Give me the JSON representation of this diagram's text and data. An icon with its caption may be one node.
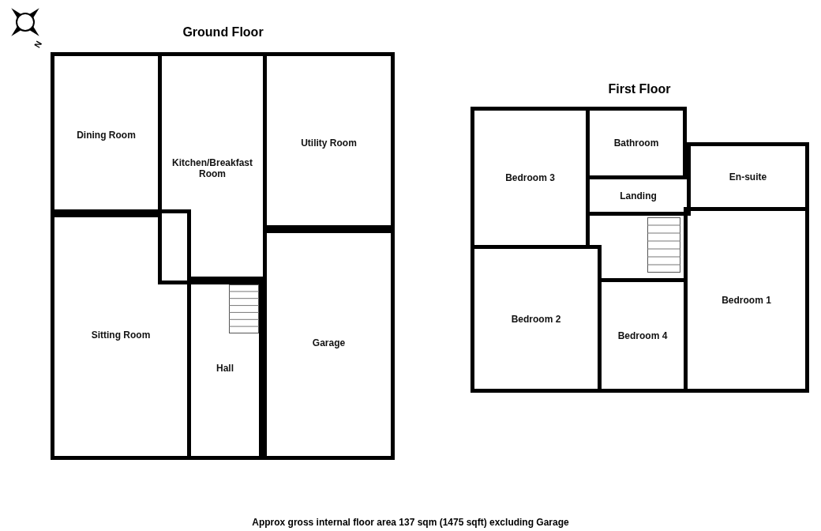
{
  "diagram": {
    "caption": "Approx gross internal floor area 137 sqm (1475 sqft) excluding Garage",
    "nodes": [
      {
        "text": [
          "Ground Floor"
        ]
      },
      {
        "text": [
          "Dining Room"
        ],
        "in": 0
      },
      {
        "text": [
          "Kitchen/Breakfast Room"
        ],
        "in": 0
      },
      {
        "text": [
          "Utility Room"
        ],
        "in": 0
      },
      {
        "text": [
          "Sitting Room"
        ],
        "in": 0
      },
      {
        "text": [
          "Hall"
        ],
        "in": 0
      },
      {
        "text": [
          "Garage"
        ],
        "in": 0
      },
      {
        "text": [
          "First Floor"
        ]
      },
      {
        "text": [
          "Bedroom 3"
        ],
        "in": 7
      },
      {
        "text": [
          "Bathroom"
        ],
        "in": 7
      },
      {
        "text": [
          "En-suite"
        ],
        "in": 7
      },
      {
        "text": [
          "Landing"
        ],
        "in": 7
      },
      {
        "text": [
          "Bedroom 2"
        ],
        "in": 7
      },
      {
        "text": [
          "Bedroom 4"
        ],
        "in": 7
      },
      {
        "text": [
          "Bedroom 1"
        ],
        "in": 7
      }
    ],
    "labels": [
      "N"
    ]
  }
}
